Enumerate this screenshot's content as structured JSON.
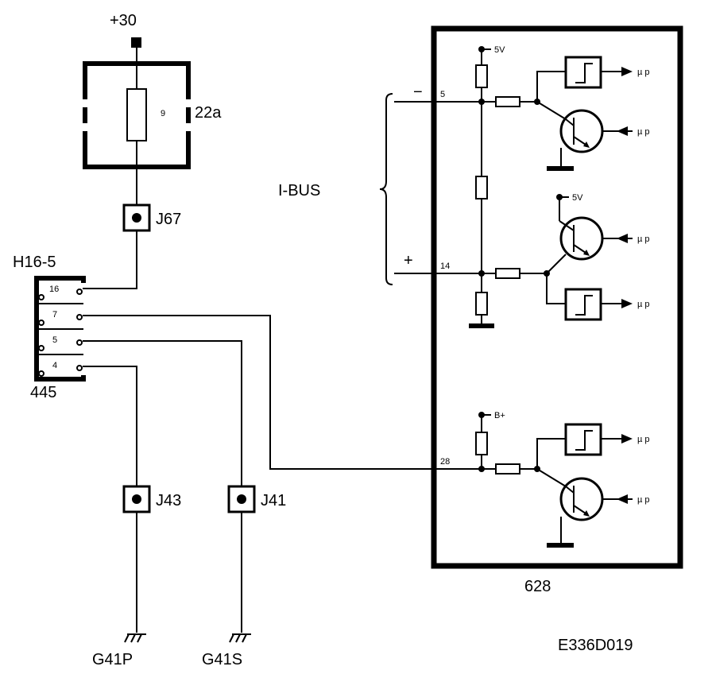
{
  "labels": {
    "supply": "+30",
    "fuse_number": "9",
    "fuse_ref": "22a",
    "j67": "J67",
    "h16": "H16-5",
    "conn_ref": "445",
    "pins": [
      "16",
      "7",
      "5",
      "4"
    ],
    "j43": "J43",
    "j41": "J41",
    "g41p": "G41P",
    "g41s": "G41S",
    "ibus": "I-BUS",
    "minus": "−",
    "plus": "+",
    "pin5": "5",
    "pin14": "14",
    "pin28": "28",
    "v5a": "5V",
    "v5b": "5V",
    "bplus": "B+",
    "mu": [
      "µ p",
      "µ p",
      "µ p",
      "µ p",
      "µ p",
      "µ p"
    ],
    "module": "628",
    "code": "E336D019"
  },
  "icons": [
    "fuse-icon",
    "splice-icon",
    "ground-icon",
    "resistor-icon",
    "transistor-icon",
    "schmitt-trigger-icon"
  ]
}
